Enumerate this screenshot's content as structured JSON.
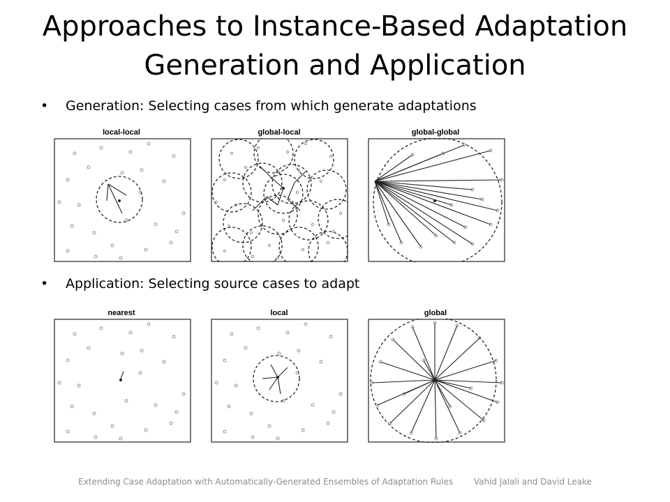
{
  "slide": {
    "title_line1": "Approaches to Instance-Based Adaptation",
    "title_line2": "Generation and Application",
    "bullet_char": "•",
    "bullet1": "Generation: Selecting cases from which  generate adaptations",
    "bullet2": "Application: Selecting source cases to adapt"
  },
  "generation_panels": [
    "local-local",
    "global-local",
    "global-global"
  ],
  "application_panels": [
    "nearest",
    "local",
    "global"
  ],
  "footer": {
    "paper_title": "Extending Case Adaptation with Automatically-Generated Ensembles of Adaptation Rules",
    "authors": "Vahid Jalali and David Leake"
  },
  "colors": {
    "frame": "#333333",
    "case_point": "#888888",
    "edge": "#222222",
    "footer_text": "#8c8c8c"
  }
}
